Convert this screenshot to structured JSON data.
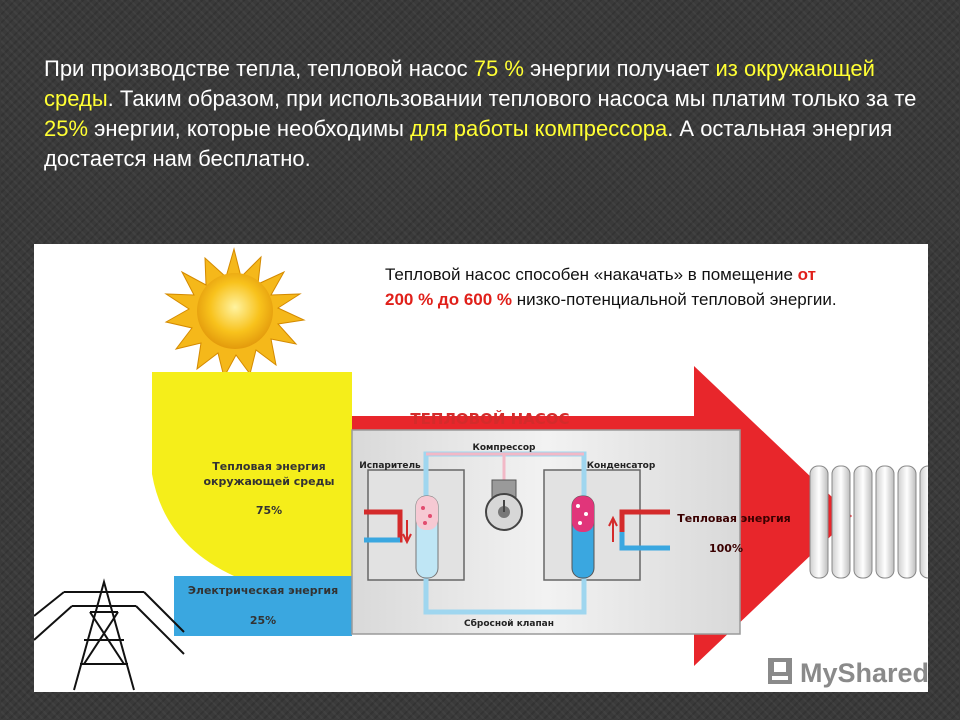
{
  "slide": {
    "p1": "При производстве тепла, тепловой насос ",
    "h1": "75 %",
    "p2": " энергии получает ",
    "h2": "из окружающей среды",
    "p3": ". Таким образом, при использовании теплового насоса мы платим только за те ",
    "h3": "25%",
    "p4": " энергии, которые необходимы ",
    "h4": "для работы компрессора",
    "p5": ". А остальная энергия достается нам бесплатно."
  },
  "caption": {
    "c1": "Тепловой насос способен «накачать» в помещение ",
    "c2": "от 200 % до 600 %",
    "c3": " низко-потенциальной тепловой энергии."
  },
  "diagram": {
    "pump_title": "ТЕПЛОВОЙ НАСОС",
    "ambient_line1": "Тепловая энергия",
    "ambient_line2": "окружающей среды",
    "ambient_pct": "75%",
    "electric_label": "Электрическая энергия",
    "electric_pct": "25%",
    "output_label": "Тепловая энергия",
    "output_pct": "100%",
    "compressor": "Компрессор",
    "evaporator": "Испаритель",
    "condenser": "Конденсатор",
    "valve": "Сбросной клапан",
    "logo": "MyShared"
  },
  "colors": {
    "accent_yellow": "#ffff33",
    "ambient": "#f5ee1a",
    "electric": "#3aa7e0",
    "output_red": "#e8262b",
    "caption_red": "#e0201a"
  },
  "icons": [
    "sun-icon",
    "power-tower-icon",
    "radiator-icon",
    "logo-icon"
  ]
}
